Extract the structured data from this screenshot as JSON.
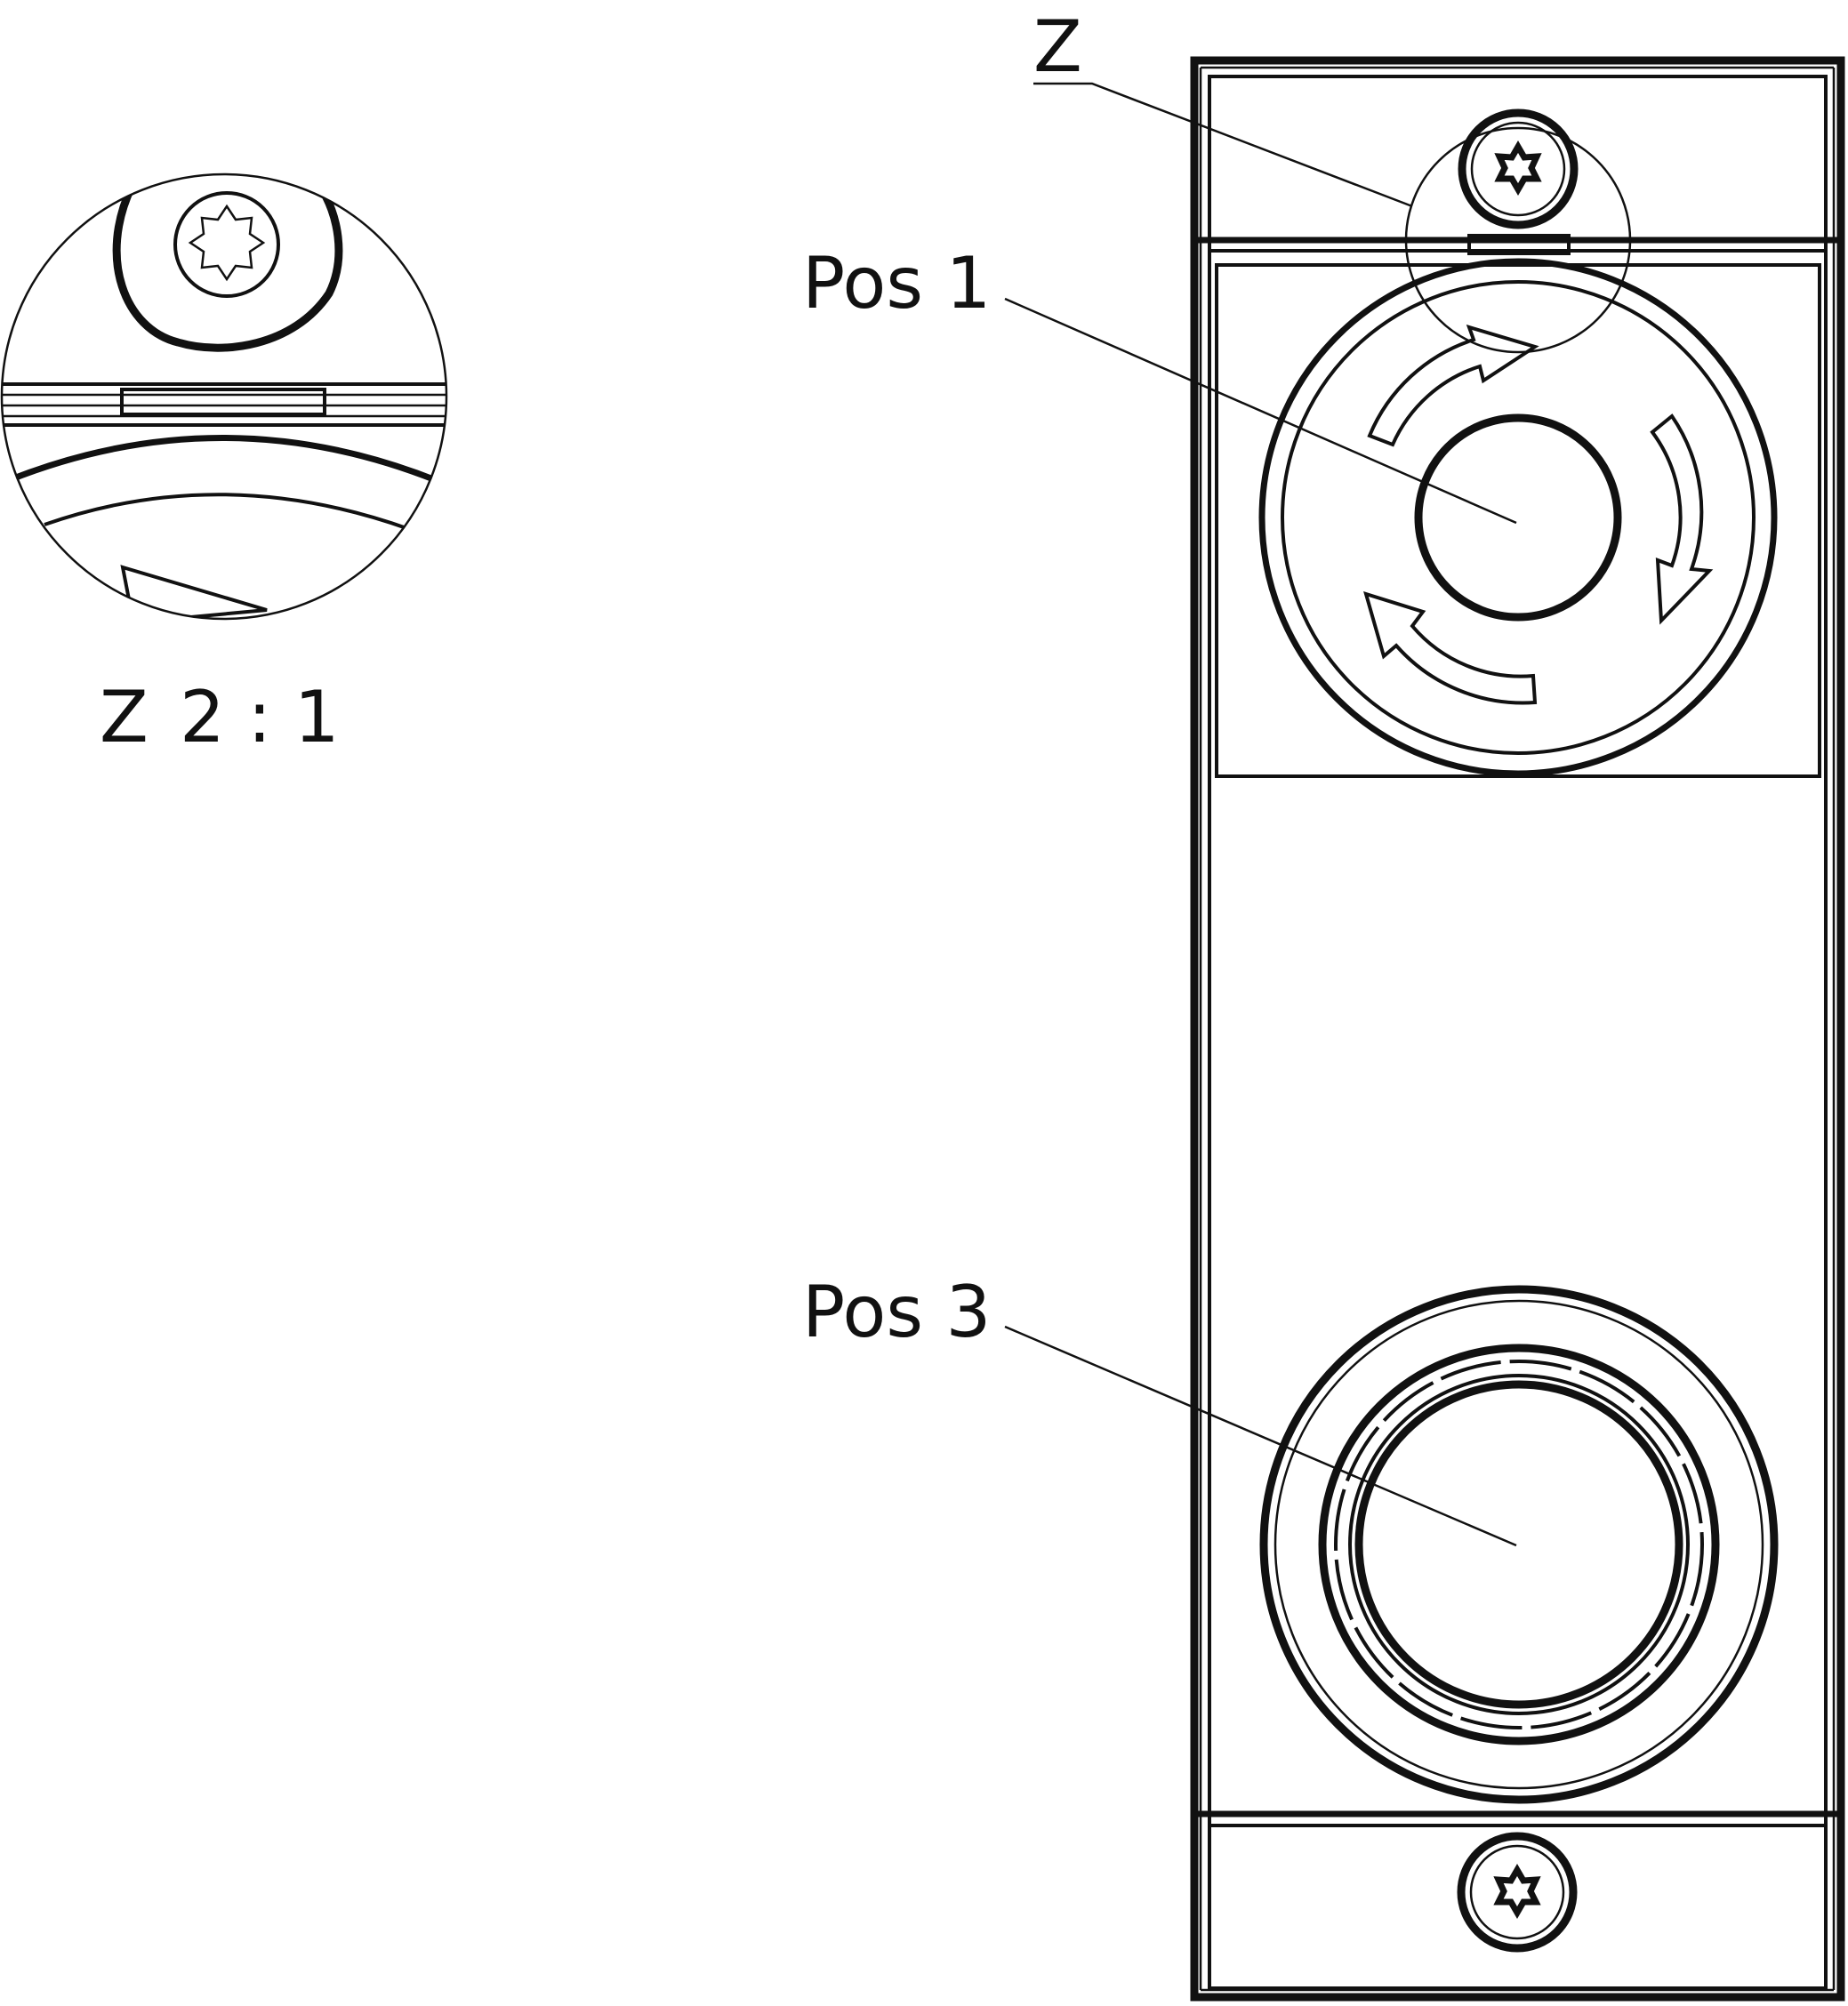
{
  "labels": {
    "detail_marker": "Z",
    "detail_caption_letter": "Z",
    "detail_caption_scale": "2 : 1",
    "pos1": "Pos 1",
    "pos3": "Pos 3"
  },
  "colors": {
    "line": "#111111",
    "background": "#ffffff"
  },
  "icons": [
    "torx-screw-icon",
    "rotate-arrows-icon",
    "pushbutton-icon"
  ]
}
